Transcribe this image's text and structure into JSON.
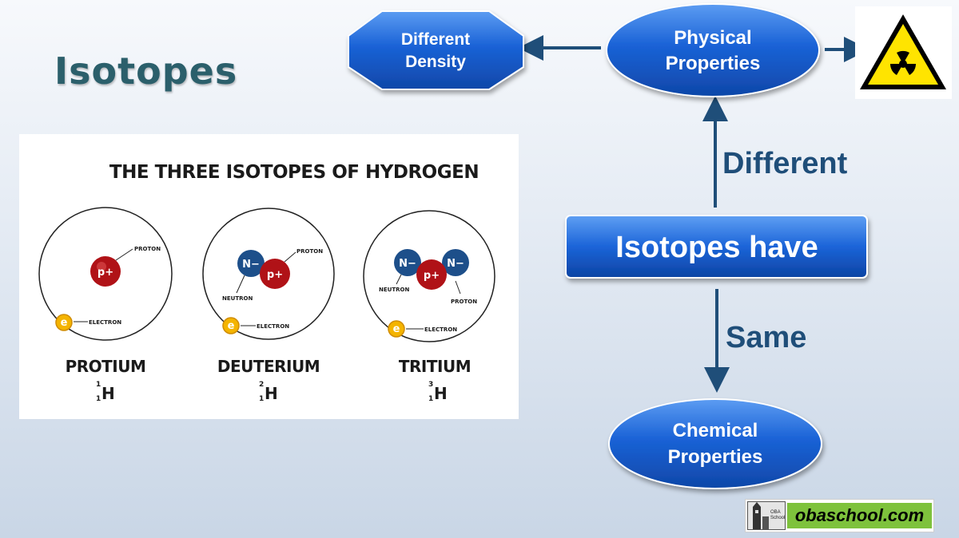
{
  "title": "Isotopes",
  "diagram": {
    "nodes": {
      "isotopes_have": "Isotopes have",
      "physical_properties": [
        "Physical",
        "Properties"
      ],
      "different_density": [
        "Different",
        "Density"
      ],
      "chemical_properties": [
        "Chemical",
        "Properties"
      ]
    },
    "edge_labels": {
      "different": "Different",
      "same": "Same"
    },
    "hazard_icon": "radiation-hazard-icon"
  },
  "isotope_card": {
    "title": "THE THREE ISOTOPES OF HYDROGEN",
    "particle_labels": {
      "proton": "PROTON",
      "neutron": "NEUTRON",
      "electron": "ELECTRON",
      "proton_symbol": "p+",
      "neutron_symbol": "N−",
      "electron_symbol": "e"
    },
    "isotopes": [
      {
        "name": "PROTIUM",
        "mass_number": "1",
        "atomic_number": "1",
        "symbol": "H"
      },
      {
        "name": "DEUTERIUM",
        "mass_number": "2",
        "atomic_number": "1",
        "symbol": "H"
      },
      {
        "name": "TRITIUM",
        "mass_number": "3",
        "atomic_number": "1",
        "symbol": "H"
      }
    ]
  },
  "logo": {
    "url": "obaschool.com",
    "emblem_text": [
      "OBA",
      "School"
    ]
  },
  "colors": {
    "node_blue": "#1a62d6",
    "arrow_navy": "#1f4e79",
    "proton_red": "#b01217",
    "neutron_blue": "#1d4f8a",
    "electron_yellow": "#f4b400",
    "title_teal": "#2b5f6b",
    "logo_green": "#7ec23c"
  }
}
